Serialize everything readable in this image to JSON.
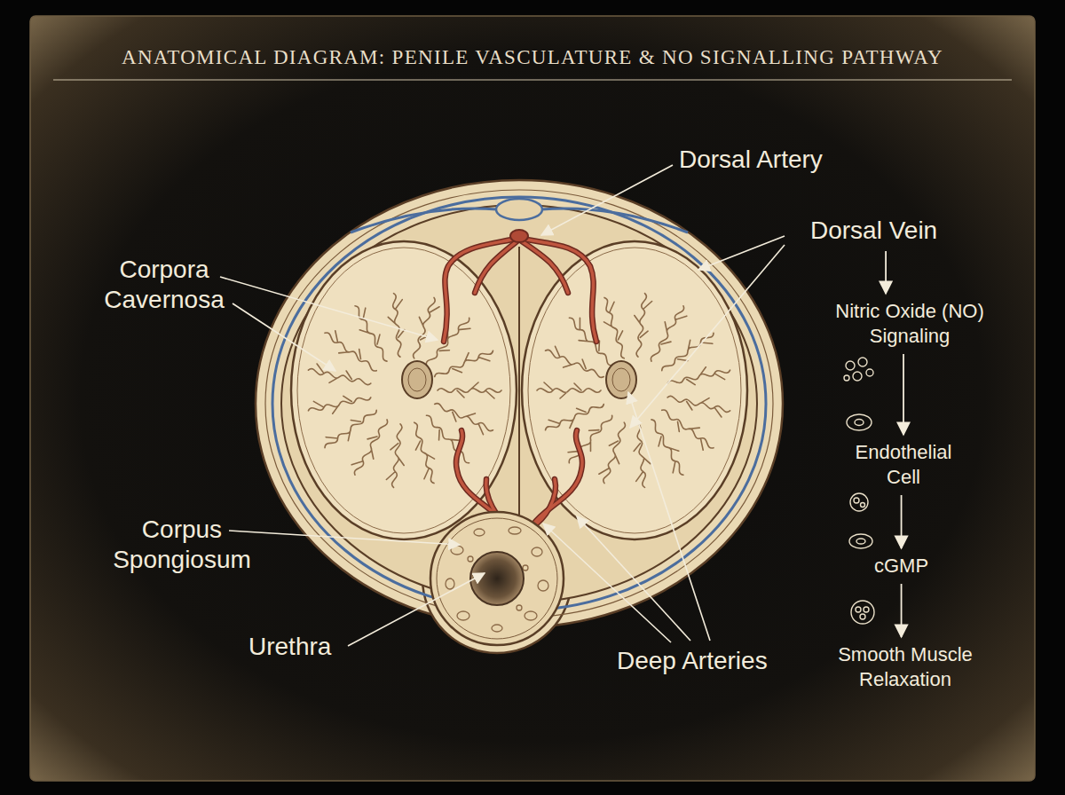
{
  "diagram": {
    "title": "ANATOMICAL DIAGRAM: PENILE VASCULATURE & NO SIGNALLING PATHWAY",
    "nodes": [
      {
        "text": [
          "Dorsal Vein"
        ]
      },
      {
        "text": [
          "Nitric Oxide (NO) Signaling"
        ]
      },
      {
        "text": [
          "Endothelial Cell"
        ]
      },
      {
        "text": [
          "cGMP"
        ]
      },
      {
        "text": [
          "Smooth Muscle Relaxation"
        ]
      }
    ],
    "edges": [
      {
        "from": 0,
        "to": 1,
        "arrow": "to"
      },
      {
        "from": 1,
        "to": 2,
        "arrow": "to"
      },
      {
        "from": 2,
        "to": 3,
        "arrow": "to"
      },
      {
        "from": 3,
        "to": 4,
        "arrow": "to"
      }
    ],
    "labels": [
      "Dorsal Artery",
      "Corpora Cavernosa",
      "Corpus Spongiosum",
      "Urethra",
      "Deep Arteries"
    ]
  }
}
